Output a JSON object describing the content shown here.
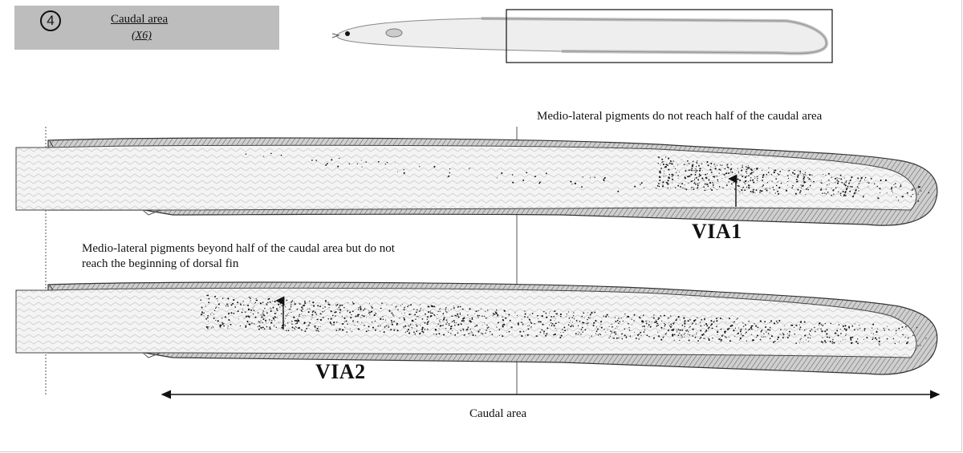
{
  "header": {
    "stage_number": "4",
    "area_title": "Caudal area",
    "magnification": "(X6)"
  },
  "panels": {
    "via1": {
      "label": "VIA1",
      "note": "Medio-lateral pigments do not reach half of the caudal area"
    },
    "via2": {
      "label": "VIA2",
      "note_line1": "Medio-lateral pigments beyond half of the caudal area but do not",
      "note_line2": "reach the beginning of dorsal fin"
    }
  },
  "caudal_area_label": "Caudal area",
  "colors": {
    "header_bg": "#bdbdbd",
    "outline": "#333333",
    "fin_fill": "#d6d6d6",
    "body_fill": "#f2f2f2",
    "pigment": "#111111"
  }
}
